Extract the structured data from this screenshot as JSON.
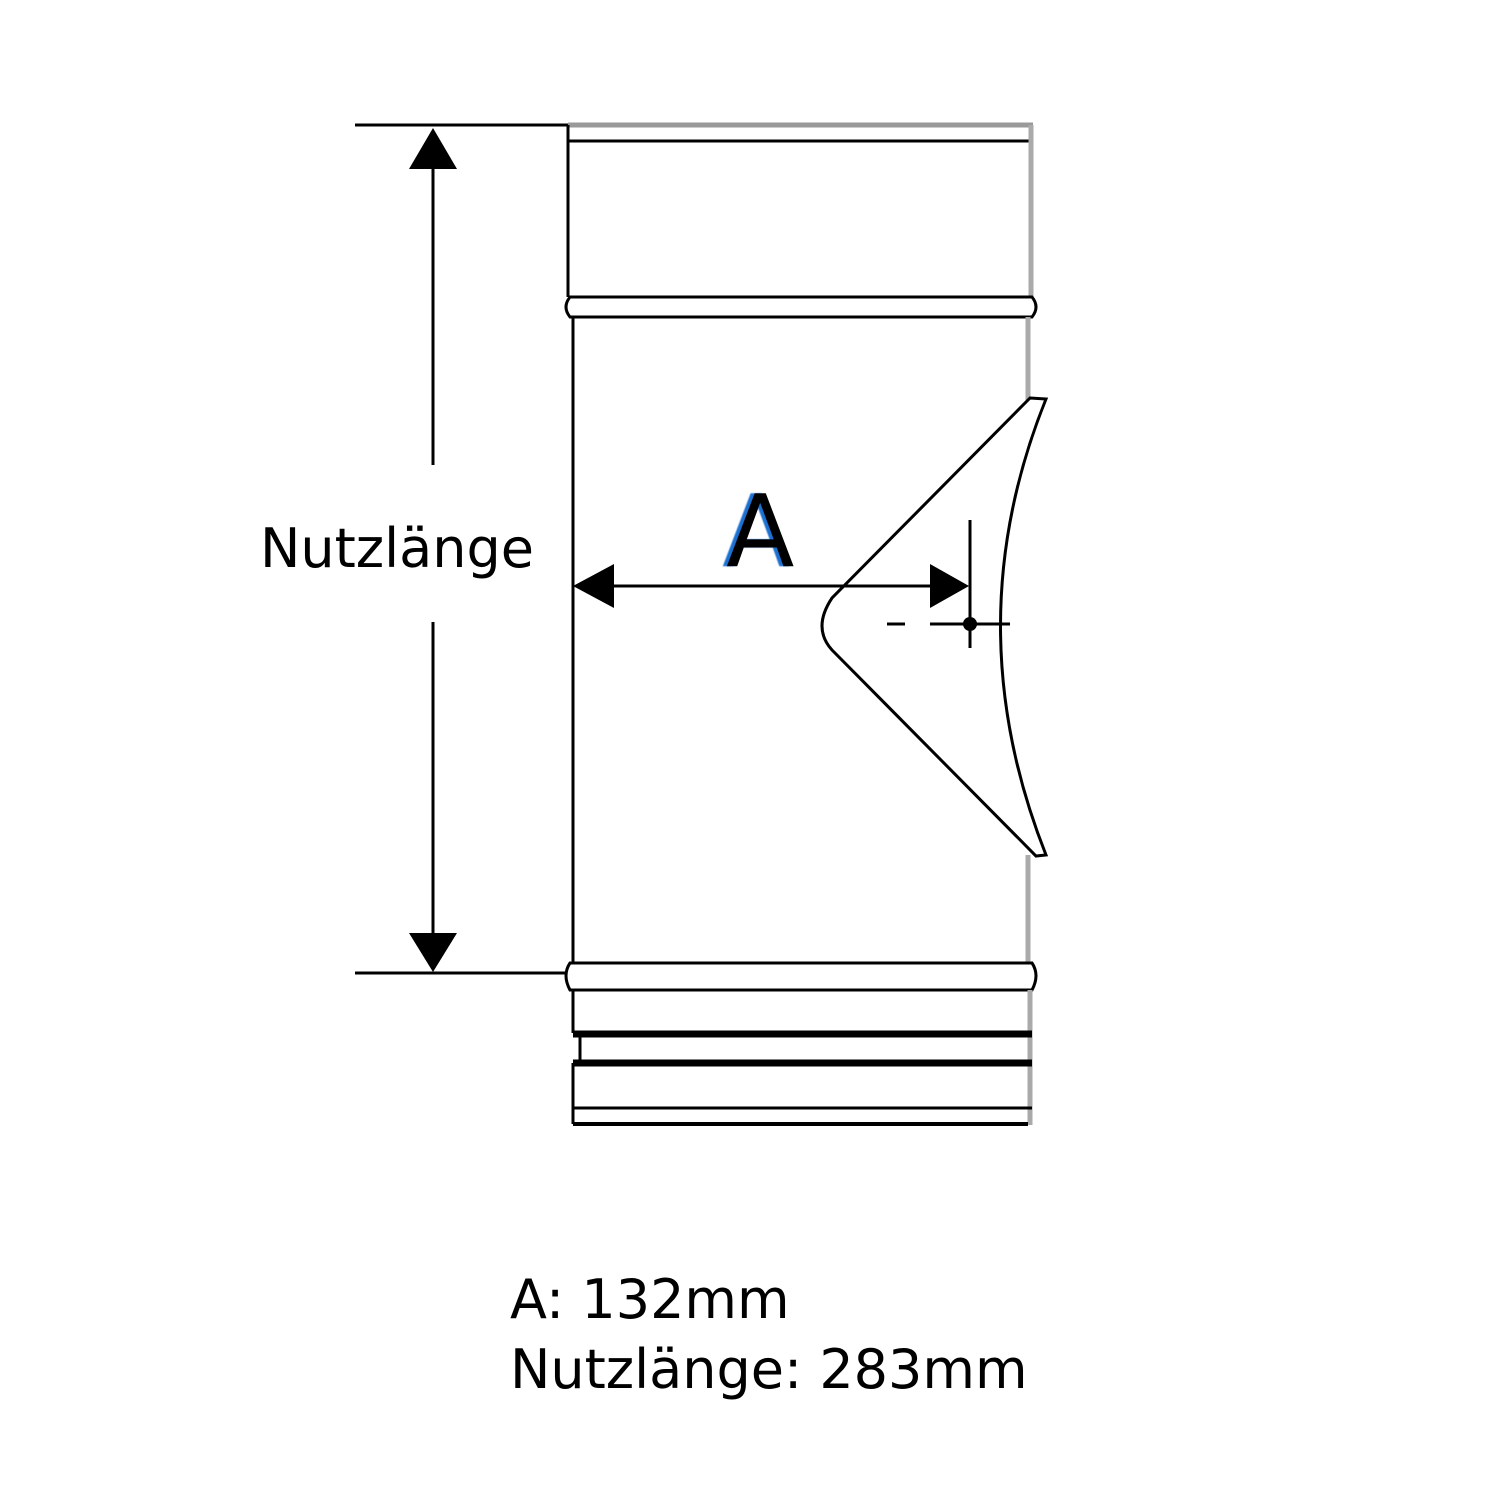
{
  "diagram": {
    "dimension_label_length": "Nutzlänge",
    "dimension_label_a": "A",
    "specs": [
      {
        "text": "A: 132mm"
      },
      {
        "text": "Nutzlänge: 283mm"
      }
    ]
  },
  "colors": {
    "line": "#000000",
    "shade": "#aaaaaa",
    "a_label_fringe_blue": "#1e6fd0",
    "a_label_fringe_orange": "#c86a1e"
  }
}
